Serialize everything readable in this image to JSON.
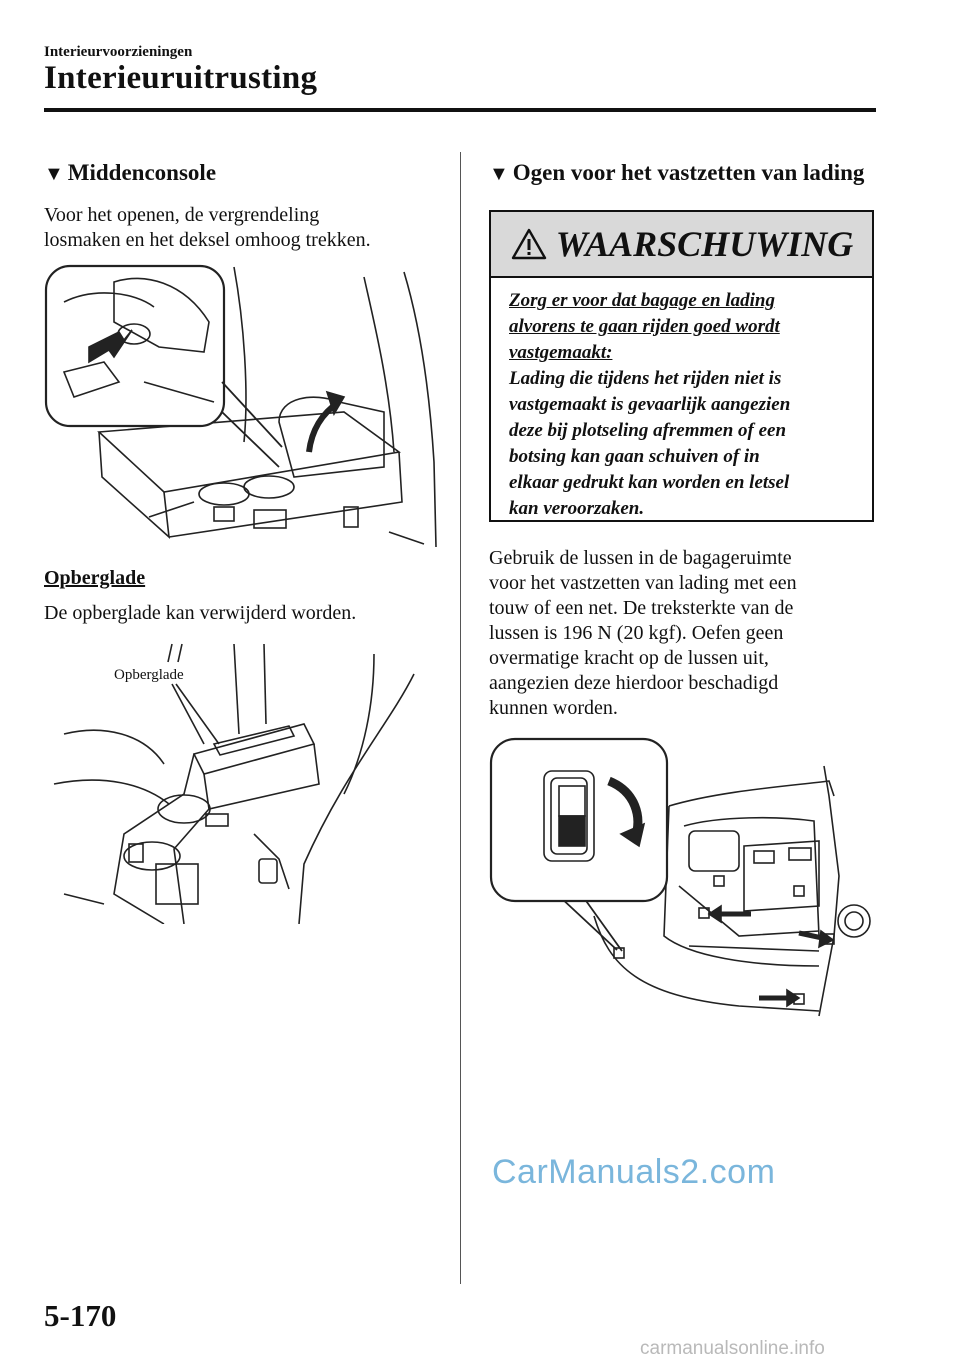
{
  "header": {
    "section": "Interieurvoorzieningen",
    "title": "Interieuruitrusting"
  },
  "left": {
    "heading_mark": "▼",
    "heading": "Middenconsole",
    "intro": [
      "Voor het openen, de vergrendeling",
      "losmaken en het deksel omhoog trekken."
    ],
    "subheading": "Opberglade",
    "subtext": "De opberglade kan verwijderd worden.",
    "figure2_label": "Opberglade"
  },
  "right": {
    "heading_mark": "▼",
    "heading": "Ogen voor het vastzetten van lading",
    "warning": {
      "icon": "warning-triangle-icon",
      "title": "WAARSCHUWING",
      "underlined": [
        "Zorg er voor dat bagage en lading",
        "alvorens te gaan rijden goed wordt",
        "vastgemaakt:"
      ],
      "lines": [
        "Lading die tijdens het rijden niet is",
        "vastgemaakt is gevaarlijk aangezien",
        "deze bij plotseling afremmen of een",
        "botsing kan gaan schuiven of in",
        "elkaar gedrukt kan worden en letsel",
        "kan veroorzaken."
      ]
    },
    "body": [
      "Gebruik de lussen in de bagageruimte",
      "voor het vastzetten van lading met een",
      "touw of een net. De treksterkte van de",
      "lussen is 196 N (20 kgf). Oefen geen",
      "overmatige kracht op de lussen uit,",
      "aangezien deze hierdoor beschadigd",
      "kunnen worden."
    ]
  },
  "watermark": "CarManuals2.com",
  "page_number": "5-170",
  "footer_url": "carmanualsonline.info"
}
